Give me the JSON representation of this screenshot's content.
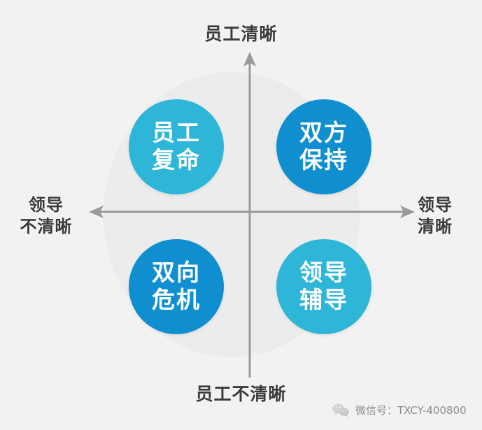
{
  "diagram": {
    "type": "2x2-quadrant-matrix",
    "title_top": "员工清晰",
    "title_bottom": "员工不清晰",
    "axes": {
      "vertical": {
        "positive_label": "员工清晰",
        "negative_label": "员工不清晰"
      },
      "horizontal": {
        "negative_label_line1": "领导",
        "negative_label_line2": "不清晰",
        "positive_label_line1": "领导",
        "positive_label_line2": "清晰"
      },
      "arrow_color": "#9a9a9a"
    },
    "quadrants": [
      {
        "position": "top-left",
        "line1": "员工",
        "line2": "复命",
        "color": "#2db6d8"
      },
      {
        "position": "top-right",
        "line1": "双方",
        "line2": "保持",
        "color": "#108fd0"
      },
      {
        "position": "bottom-left",
        "line1": "双向",
        "line2": "危机",
        "color": "#108fd0"
      },
      {
        "position": "bottom-right",
        "line1": "领导",
        "line2": "辅导",
        "color": "#2db6d8"
      }
    ],
    "background": {
      "page_color": "#f2f2f2",
      "disc_color": "#ececec"
    }
  },
  "footer": {
    "icon": "wechat-icon",
    "text": "微信号：TXCY-400800"
  }
}
